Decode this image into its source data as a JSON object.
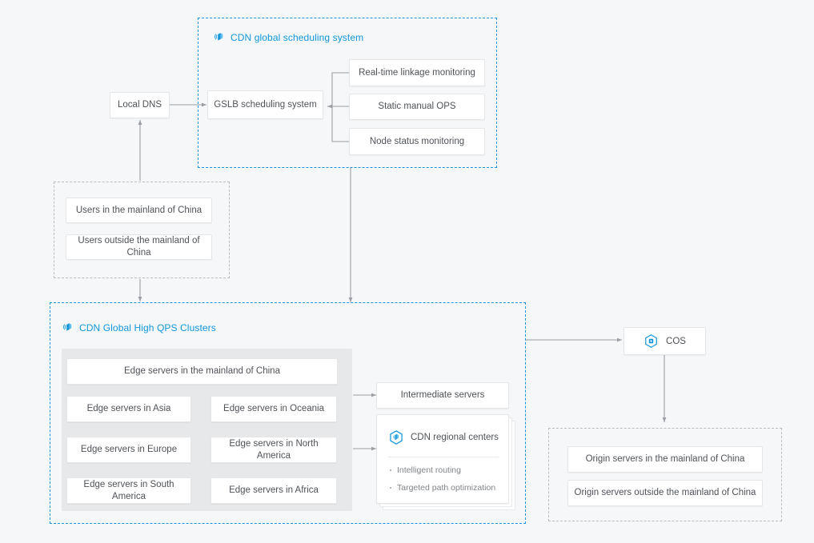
{
  "page": {
    "background": "#f5f7f9",
    "accent": "#1296db",
    "node_text_color": "#4f5358",
    "wire_color": "#9b9fa4",
    "panel_color": "#e7e8ea",
    "dashed_blue": "#1296db",
    "dashed_gray": "#b9bcc0"
  },
  "scheduling_group": {
    "title": "CDN global scheduling system",
    "icon": "cdn-antenna-icon",
    "nodes": {
      "gslb": "GSLB scheduling system",
      "realtime": "Real-time linkage monitoring",
      "static": "Static manual OPS",
      "node_status": "Node status monitoring"
    }
  },
  "local_dns": {
    "label": "Local DNS"
  },
  "users_group": {
    "items": [
      "Users in the mainland of China",
      "Users outside the mainland of China"
    ]
  },
  "clusters_group": {
    "title": "CDN Global High QPS Clusters",
    "icon": "cdn-antenna-icon",
    "edge_mainland": "Edge servers in the mainland of China",
    "edge_regions": [
      "Edge servers in Asia",
      "Edge servers in Oceania",
      "Edge servers in Europe",
      "Edge servers in North America",
      "Edge servers in South America",
      "Edge servers in Africa"
    ],
    "intermediate": "Intermediate servers",
    "regional_centers": {
      "title": "CDN regional centers",
      "icon": "cdn-hex-icon",
      "bullets": [
        "Intelligent routing",
        "Targeted path optimization"
      ]
    }
  },
  "cos": {
    "label": "COS",
    "icon": "cos-hex-icon"
  },
  "origin_group": {
    "items": [
      "Origin servers in the mainland of China",
      "Origin servers outside the mainland of China"
    ]
  }
}
